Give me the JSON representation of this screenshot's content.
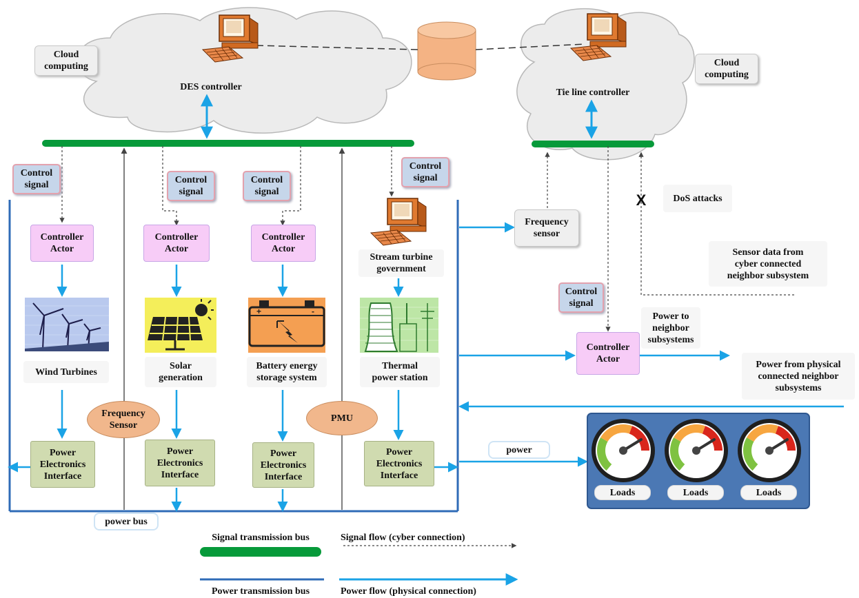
{
  "cyber": {
    "cloud_left_label": "Cloud\ncomputing",
    "cloud_right_label": "Cloud\ncomputing",
    "des_controller": "DES controller",
    "tie_line_controller": "Tie line controller",
    "control_signal": "Control\nsignal",
    "frequency_sensor_right": "Frequency\nsensor",
    "dos_attacks": "DoS attacks",
    "dos_mark": "X",
    "sensor_data_neighbor": "Sensor data from\ncyber connected\nneighbor subsystem"
  },
  "units": {
    "controller_actor": "Controller\nActor",
    "stream_turbine": "Stream turbine\ngovernment",
    "wind": "Wind Turbines",
    "solar": "Solar\ngeneration",
    "battery": "Battery energy\nstorage system",
    "thermal": "Thermal\npower station",
    "pei": "Power\nElectronics\nInterface",
    "frequency_sensor": "Frequency\nSensor",
    "pmu": "PMU",
    "power_bus": "power bus"
  },
  "neighbor": {
    "power_to": "Power to\nneighbor\nsubsystems",
    "power_from": "Power from physical\nconnected neighbor\nsubsystems",
    "power_label": "power",
    "loads": [
      "Loads",
      "Loads",
      "Loads"
    ]
  },
  "legend": {
    "signal_bus": "Signal transmission bus",
    "signal_flow": "Signal flow (cyber connection)",
    "power_bus": "Power transmission bus",
    "power_flow": "Power flow (physical  connection)"
  },
  "colors": {
    "signal_bus": "#079a3a",
    "power_bus": "#2f6bb7",
    "power_flow": "#1aa3e6",
    "controller_actor": "#f7ccf7",
    "pei": "#d0dbb0",
    "control_signal": "#c6d6ea",
    "computer": "#e07a30"
  }
}
